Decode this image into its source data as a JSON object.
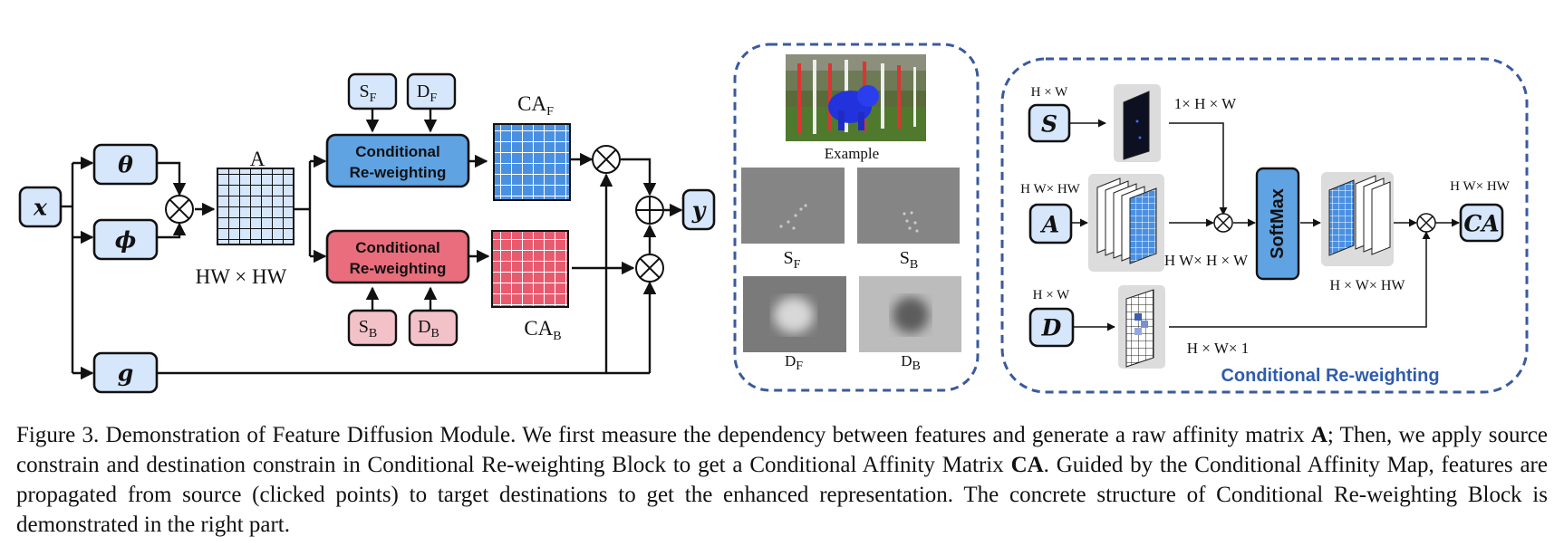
{
  "left": {
    "x": "x",
    "theta": "θ",
    "phi": "ϕ",
    "g": "g",
    "y": "y",
    "a_label": "A",
    "hwhw": "HW × HW",
    "crw_line1": "Conditional",
    "crw_line2": "Re-weighting",
    "sf": "S",
    "sf_sub": "F",
    "df": "D",
    "df_sub": "F",
    "sb": "S",
    "sb_sub": "B",
    "db": "D",
    "db_sub": "B",
    "caf": "CA",
    "caf_sub": "F",
    "cab": "CA",
    "cab_sub": "B"
  },
  "middle": {
    "example": "Example",
    "sf": "S",
    "sf_sub": "F",
    "sb": "S",
    "sb_sub": "B",
    "df": "D",
    "df_sub": "F",
    "db": "D",
    "db_sub": "B"
  },
  "right": {
    "s": "S",
    "a": "A",
    "d": "D",
    "ca": "CA",
    "softmax": "SoftMax",
    "hw_s": "H × W",
    "hw_s_out": "1× H × W",
    "hwhw_a": "H W× HW",
    "hwhw_mid": "H W× H × W",
    "hw_d": "H × W",
    "hw_d_out": "H × W× 1",
    "soft_out": "H × W× HW",
    "ca_dim": "H W× HW",
    "title": "Conditional Re-weighting"
  },
  "caption": {
    "p1": "Figure 3.   Demonstration of Feature Diffusion Module.  We first measure the dependency between features and generate a raw affinity matrix ",
    "A": "A",
    "p2": "; Then, we apply source constrain and destination constrain in Conditional Re-weighting Block to get a Conditional Affinity Matrix ",
    "CA": "CA",
    "p3": ". Guided by the Conditional Affinity Map, features are propagated from source (clicked points) to target destinations to get the enhanced representation. The concrete structure of Conditional Re-weighting Block is demonstrated in the right part."
  },
  "colors": {
    "node_fill": "#d6e6fb",
    "crw_blue": "#5fa3e3",
    "crw_red": "#e96d7c",
    "grid_light": "#d6e6fb",
    "grid_blue": "#4a90e2",
    "grid_red": "#e85b6f",
    "pink_node": "#f3c2c8",
    "dash_border": "#3a5a9e"
  }
}
